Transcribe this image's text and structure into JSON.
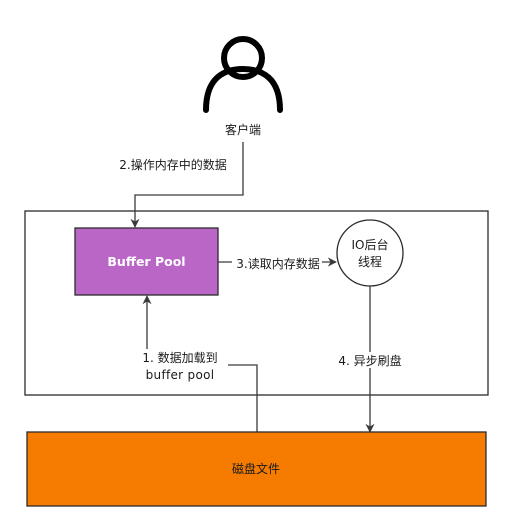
{
  "colors": {
    "buffer_pool_fill": "#b966c6",
    "buffer_pool_stroke": "#2b2b2b",
    "disk_fill": "#f57c00",
    "disk_stroke": "#2b2b2b",
    "line": "#3a3a3a",
    "background": "#ffffff"
  },
  "client": {
    "icon": "user-icon",
    "label": "客户端"
  },
  "buffer_pool": {
    "label": "Buffer Pool"
  },
  "io_thread": {
    "line1": "IO后台",
    "line2": "线程"
  },
  "disk": {
    "label": "磁盘文件"
  },
  "edges": {
    "operate_memory": "2.操作内存中的数据",
    "read_memory": "3.读取内存数据",
    "load_line1": "1. 数据加载到",
    "load_line2": "buffer pool",
    "async_flush": "4. 异步刷盘"
  }
}
